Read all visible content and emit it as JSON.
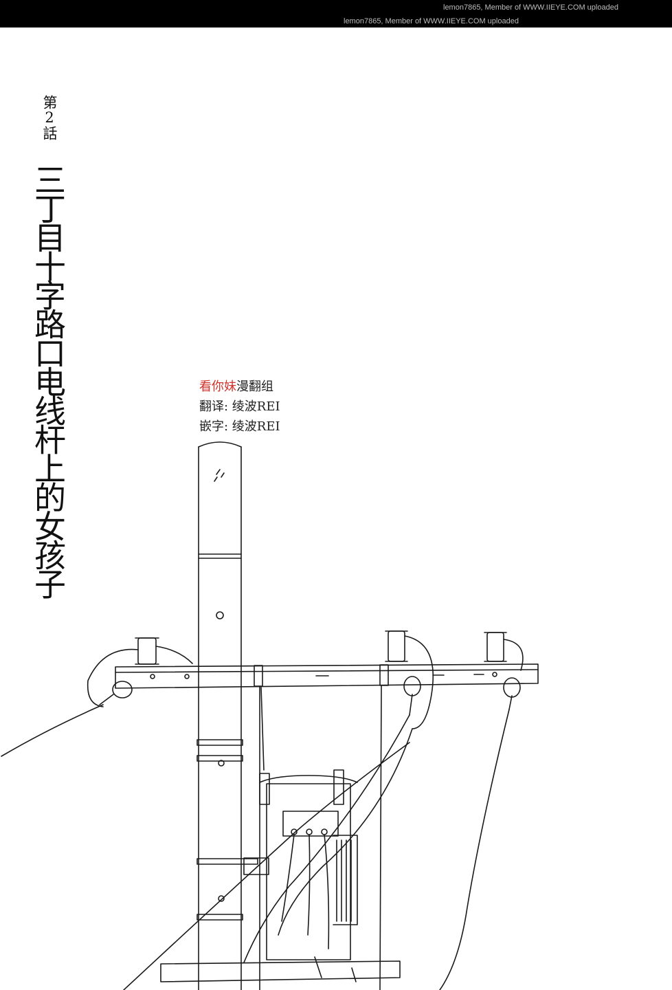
{
  "watermark": {
    "line1": "lemon7865, Member of WWW.IIEYE.COM uploaded",
    "line2": "lemon7865, Member of WWW.IIEYE.COM uploaded"
  },
  "chapter": {
    "label": "第2話",
    "title": "三丁目十字路口电线杆上的女孩子"
  },
  "credits": {
    "group_name": "看你妹",
    "group_suffix": "漫翻组",
    "translator": "翻译: 绫波REI",
    "typesetter": "嵌字: 绫波REI"
  },
  "colors": {
    "accent": "#d0342c",
    "ink": "#111111",
    "topbar": "#000000"
  },
  "illustration": "utility-pole-transformer-icon"
}
